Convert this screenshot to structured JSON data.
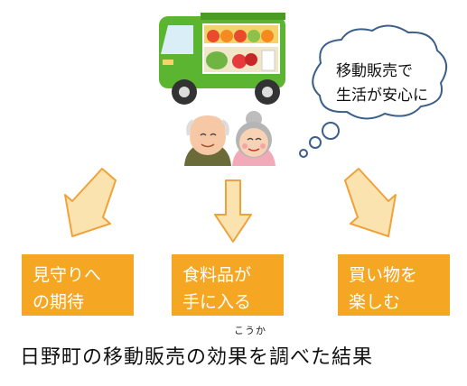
{
  "thought_bubble": {
    "lines": [
      "移動販売で",
      "生活が安心に"
    ]
  },
  "effects": [
    {
      "lines": [
        "見守りへ",
        "の期待"
      ]
    },
    {
      "lines": [
        "食料品が",
        "手に入る"
      ]
    },
    {
      "lines": [
        "買い物を",
        "楽しむ"
      ]
    }
  ],
  "caption": {
    "text": "日野町の移動販売の効果を調べた結果",
    "ruby": "こうか"
  },
  "colors": {
    "truck_body": "#5cb531",
    "box_fill": "#f5a623",
    "arrow_fill": "#fbe3b0",
    "arrow_stroke": "#f0a23a"
  },
  "icons": [
    "delivery-truck-icon",
    "elderly-man-icon",
    "elderly-woman-icon",
    "thought-bubble-icon"
  ]
}
